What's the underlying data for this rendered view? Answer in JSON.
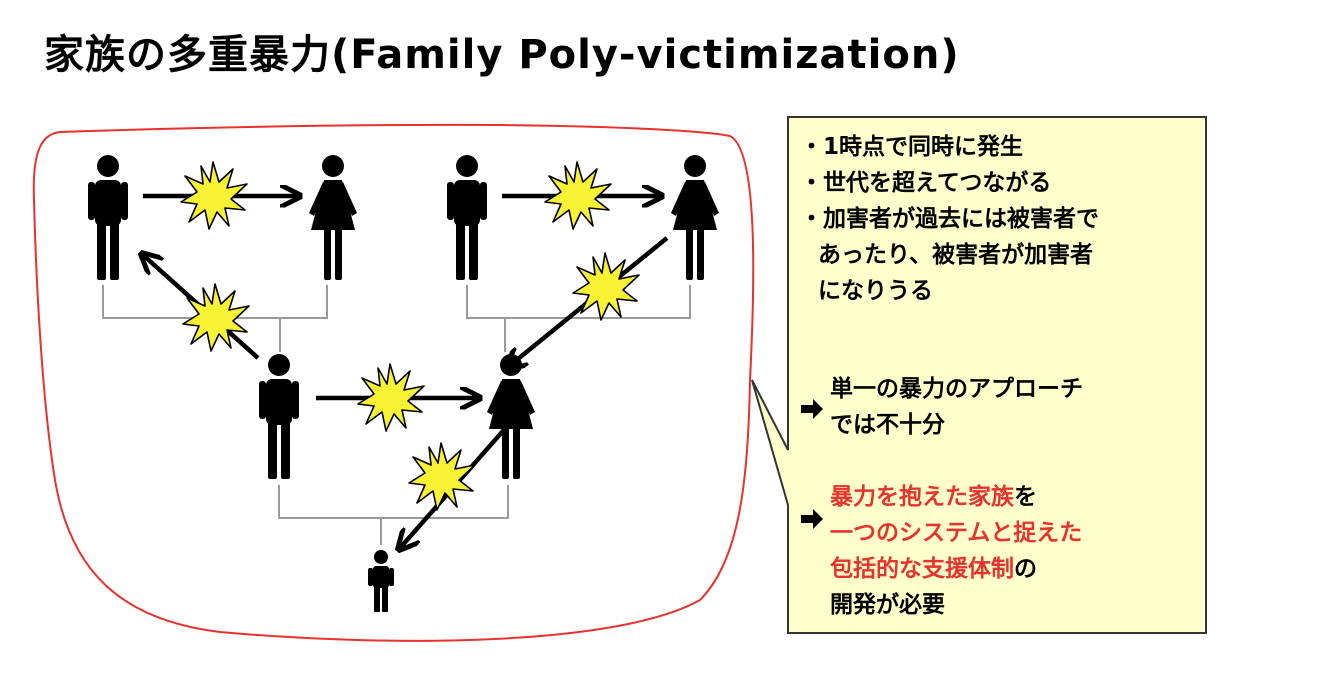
{
  "title": "家族の多重暴力(Family Poly-victimization)",
  "colors": {
    "boundary": "#e8322e",
    "burst_fill": "#f7f233",
    "box_fill": "#ffffcc",
    "box_border": "#333333",
    "emphasis": "#e8322e",
    "figure": "#000000",
    "tree_line": "#9a9a9a"
  },
  "bullets": [
    "・1時点で同時に発生",
    "・世代を超えてつながる",
    "・加害者が過去には被害者で",
    "あったり、被害者が加害者",
    "になりうる"
  ],
  "conclusion1": {
    "icon": "right-arrow-icon",
    "lines": [
      "単一の暴力のアプローチ",
      "では不十分"
    ]
  },
  "conclusion2": {
    "icon": "right-arrow-icon",
    "line1_red": "暴力を抱えた家族",
    "line1_black": "を",
    "line2_red": "一つのシステムと捉えた",
    "line3_red": "包括的な支援体制",
    "line3_black": "の",
    "line4": "開発が必要"
  }
}
